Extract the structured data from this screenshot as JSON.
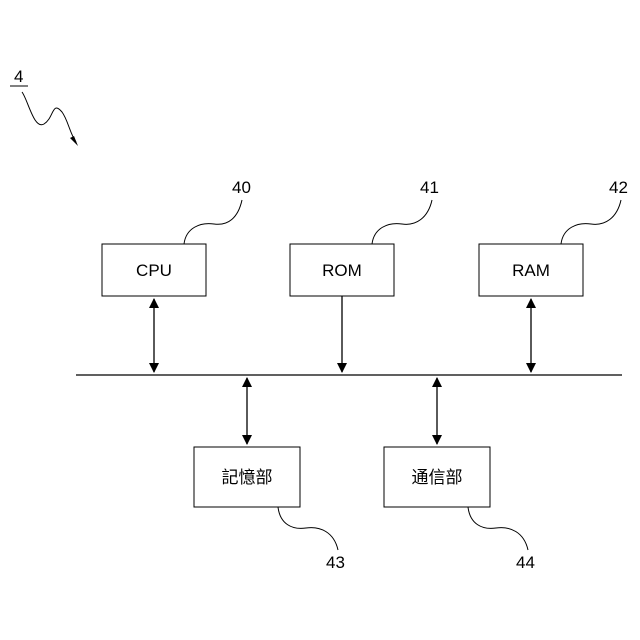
{
  "figure": {
    "number": "4"
  },
  "blocks": {
    "cpu": {
      "label": "CPU",
      "ref": "40"
    },
    "rom": {
      "label": "ROM",
      "ref": "41"
    },
    "ram": {
      "label": "RAM",
      "ref": "42"
    },
    "storage": {
      "label": "記憶部",
      "ref": "43"
    },
    "comm": {
      "label": "通信部",
      "ref": "44"
    }
  }
}
